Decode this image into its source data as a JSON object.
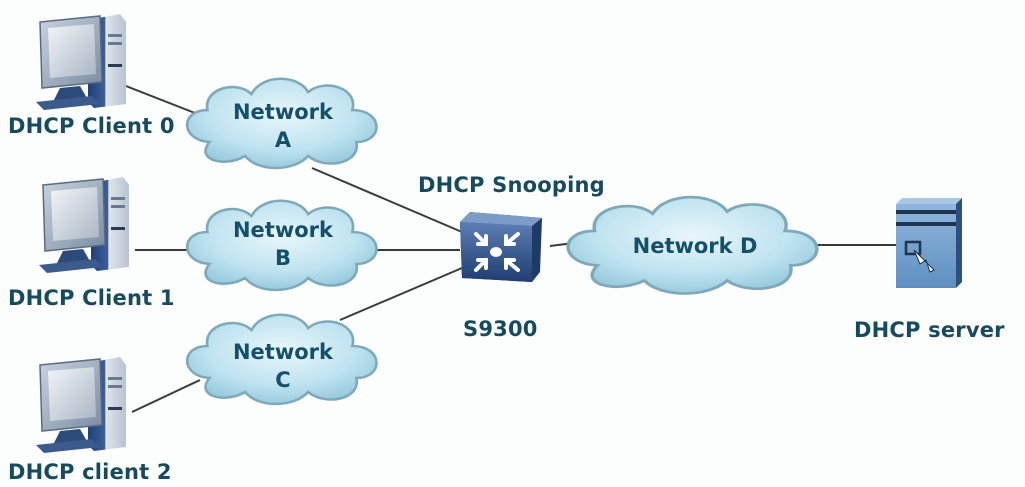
{
  "diagram": {
    "title": "DHCP Snooping topology",
    "clients": [
      {
        "id": "client0",
        "label": "DHCP Client 0",
        "icon": "desktop-computer-icon"
      },
      {
        "id": "client1",
        "label": "DHCP Client 1",
        "icon": "desktop-computer-icon"
      },
      {
        "id": "client2",
        "label": "DHCP client 2",
        "icon": "desktop-computer-icon"
      }
    ],
    "networks": [
      {
        "id": "netA",
        "line1": "Network",
        "line2": "A",
        "icon": "cloud-icon"
      },
      {
        "id": "netB",
        "line1": "Network",
        "line2": "B",
        "icon": "cloud-icon"
      },
      {
        "id": "netC",
        "line1": "Network",
        "line2": "C",
        "icon": "cloud-icon"
      },
      {
        "id": "netD",
        "line1": "Network D",
        "line2": "",
        "icon": "cloud-icon"
      }
    ],
    "switch": {
      "label": "S9300",
      "feature": "DHCP Snooping",
      "icon": "layer3-switch-icon"
    },
    "server": {
      "label": "DHCP server",
      "icon": "server-icon"
    },
    "links": [
      [
        "client0",
        "netA"
      ],
      [
        "client1",
        "netB"
      ],
      [
        "client2",
        "netC"
      ],
      [
        "netA",
        "switch"
      ],
      [
        "netB",
        "switch"
      ],
      [
        "netC",
        "switch"
      ],
      [
        "switch",
        "netD"
      ],
      [
        "netD",
        "server"
      ]
    ],
    "colors": {
      "label_text": "#174a5c",
      "cloud_fill": "#bfe3f0",
      "cloud_stroke": "#7fa9b8",
      "switch_fill": "#2e4f86",
      "server_fill": "#6f9cc8",
      "link": "#3a3a3a"
    }
  }
}
